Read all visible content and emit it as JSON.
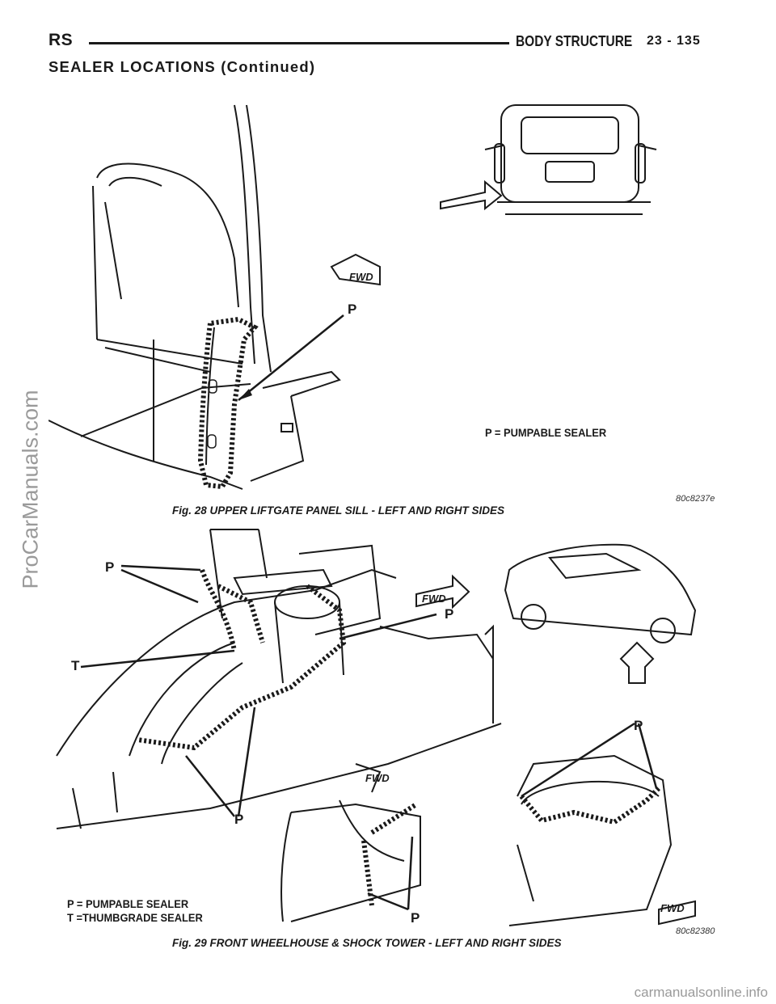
{
  "header": {
    "left": "RS",
    "section": "BODY STRUCTURE",
    "page": "23 - 135"
  },
  "section_title": "SEALER LOCATIONS (Continued)",
  "watermark_side": "ProCarManuals.com",
  "footer_watermark": "carmanualsonline.info",
  "figure28": {
    "caption": "Fig. 28 UPPER LIFTGATE PANEL SILL - LEFT AND RIGHT SIDES",
    "code": "80c8237e",
    "label_p": "P",
    "legend": "P = PUMPABLE SEALER",
    "fwd": "FWD"
  },
  "figure29": {
    "caption": "Fig. 29 FRONT WHEELHOUSE & SHOCK TOWER - LEFT AND RIGHT SIDES",
    "code": "80c82380",
    "label_p": "P",
    "label_t": "T",
    "legend_p": "P = PUMPABLE SEALER",
    "legend_t": "T =THUMBGRADE SEALER",
    "fwd": "FWD"
  }
}
